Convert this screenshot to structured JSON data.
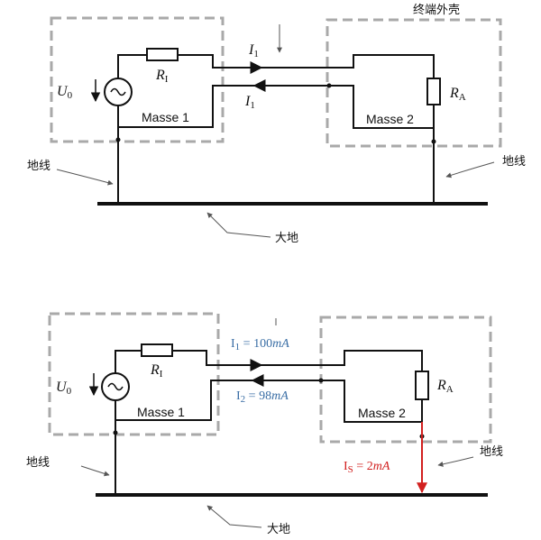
{
  "top": {
    "source": {
      "letter": "U",
      "sub": "0"
    },
    "internal_resistor": {
      "letter": "R",
      "sub": "I"
    },
    "load_resistor": {
      "letter": "R",
      "sub": "A"
    },
    "current_forward": {
      "letter": "I",
      "sub": "1"
    },
    "current_return": {
      "letter": "I",
      "sub": "1"
    },
    "mass1": "Masse 1",
    "mass2": "Masse 2",
    "enclosure_label": "终端外壳",
    "ground_wire_left": "地线",
    "ground_wire_right": "地线",
    "earth": "大地"
  },
  "bottom": {
    "source": {
      "letter": "U",
      "sub": "0"
    },
    "internal_resistor": {
      "letter": "R",
      "sub": "I"
    },
    "load_resistor": {
      "letter": "R",
      "sub": "A"
    },
    "current_forward": {
      "letter": "I",
      "sub": "1",
      "eq": " = 100",
      "unit": "mA"
    },
    "current_return": {
      "letter": "I",
      "sub": "2",
      "eq": " = 98",
      "unit": "mA"
    },
    "current_stray": {
      "letter": "I",
      "sub": "S",
      "eq": " = 2",
      "unit": "mA"
    },
    "mass1": "Masse 1",
    "mass2": "Masse 2",
    "ground_wire_left": "地线",
    "ground_wire_right": "地线",
    "earth": "大地"
  },
  "colors": {
    "current_blue": "#3a6ea5",
    "current_red": "#d2201f",
    "enclosure_dash": "#a9a9a9"
  }
}
